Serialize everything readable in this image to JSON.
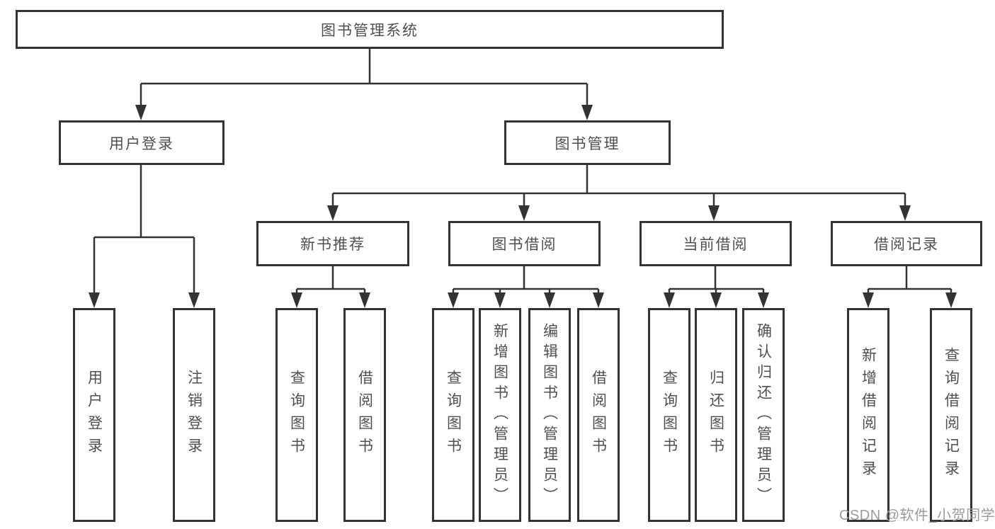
{
  "tree": {
    "label": "图书管理系统",
    "children": [
      {
        "label": "用户登录",
        "children": [
          {
            "label": "用户登录"
          },
          {
            "label": "注销登录"
          }
        ]
      },
      {
        "label": "图书管理",
        "children": [
          {
            "label": "新书推荐",
            "children": [
              {
                "label": "查询图书"
              },
              {
                "label": "借阅图书"
              }
            ]
          },
          {
            "label": "图书借阅",
            "children": [
              {
                "label": "查询图书"
              },
              {
                "label": "新增图书（管理员）"
              },
              {
                "label": "编辑图书（管理员）"
              },
              {
                "label": "借阅图书"
              }
            ]
          },
          {
            "label": "当前借阅",
            "children": [
              {
                "label": "查询图书"
              },
              {
                "label": "归还图书"
              },
              {
                "label": "确认归还（管理员）"
              }
            ]
          },
          {
            "label": "借阅记录",
            "children": [
              {
                "label": "新增借阅记录"
              },
              {
                "label": "查询借阅记录"
              }
            ]
          }
        ]
      }
    ]
  },
  "watermark": "CSDN @软件_小贺同学",
  "colors": {
    "line": "#333333",
    "border": "#333333",
    "text": "#4f4f4f",
    "watermark_text": "#9b9b9b",
    "background": "#ffffff"
  }
}
